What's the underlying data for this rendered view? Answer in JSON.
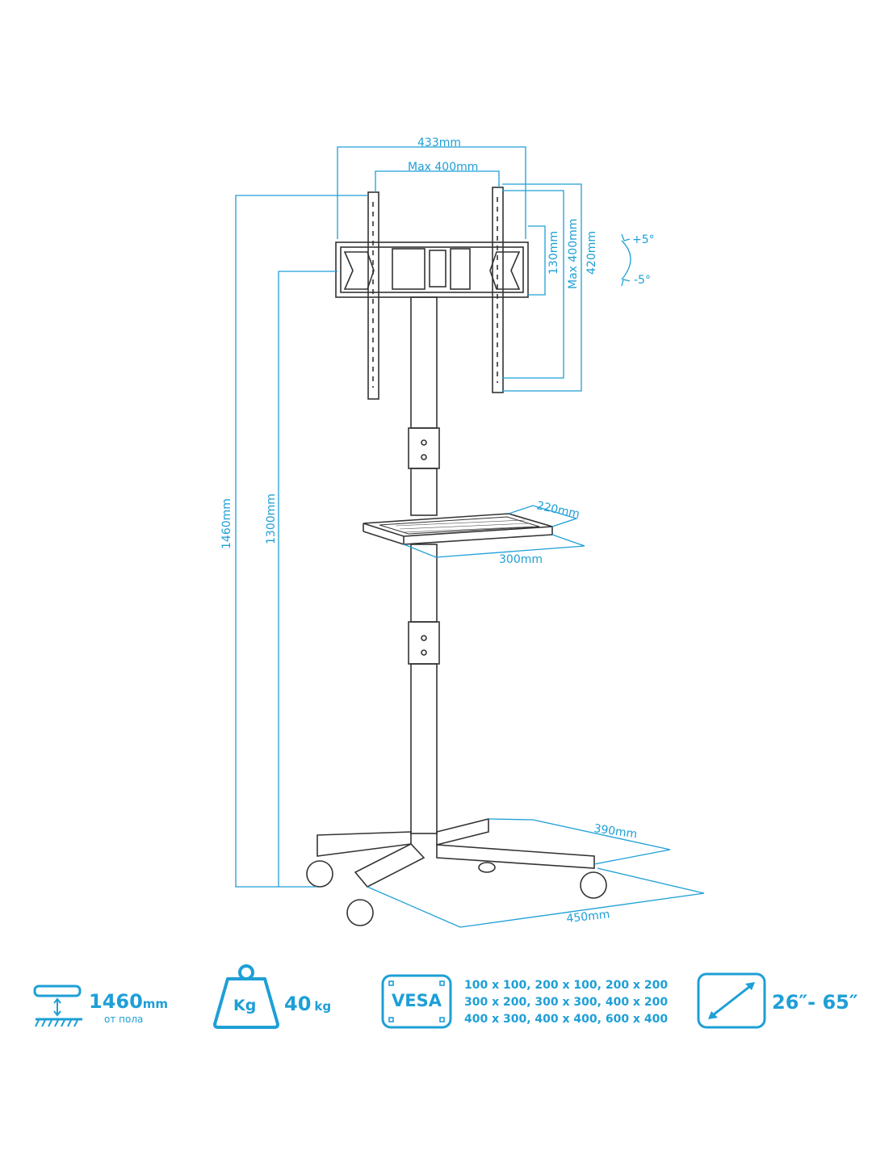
{
  "dimensions": {
    "mount_width": "433mm",
    "vesa_max_width": "Max 400mm",
    "bracket_height": "130mm",
    "vesa_max_height": "Max 400mm",
    "mount_height": "420mm",
    "tilt_up": "+5°",
    "tilt_down": "-5°",
    "total_height": "1460mm",
    "center_height": "1300mm",
    "shelf_depth": "220mm",
    "shelf_width": "300mm",
    "base_depth": "390mm",
    "base_width": "450mm"
  },
  "features": {
    "height": {
      "value": "1460",
      "unit": "mm",
      "note": "от пола"
    },
    "weight": {
      "badge": "Kg",
      "value": "40",
      "unit": "kg"
    },
    "vesa": {
      "badge": "VESA",
      "lines": [
        "100 x 100, 200 x 100, 200 x 200",
        "300 x 200, 300 x 300, 400 x 200",
        "400 x 300, 400 x 400, 600 x 400"
      ]
    },
    "screen": {
      "range": "26″- 65″"
    }
  },
  "colors": {
    "accent": "#1e9fd6",
    "line": "#333333"
  }
}
